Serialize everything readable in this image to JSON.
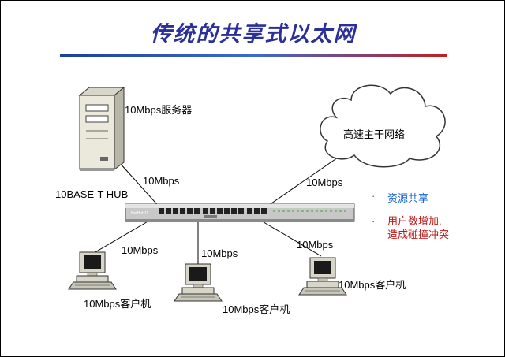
{
  "slide": {
    "title": "传统的共享式以太网"
  },
  "diagram": {
    "server_label": "10Mbps服务器",
    "cloud_label": "高速主干网络",
    "hub_label": "10BASE-T HUB",
    "hub_brand": "NetHub11",
    "link_labels": {
      "server_link": "10Mbps",
      "cloud_link": "10Mbps",
      "client_left_link": "10Mbps",
      "client_middle_link": "10Mbps",
      "client_right_link": "10Mbps"
    },
    "client_labels": {
      "left": "10Mbps客户机",
      "middle": "10Mbps客户机",
      "right": "10Mbps客户机"
    }
  },
  "bullets": {
    "item1": "资源共享",
    "item2_line1": "用户数增加,",
    "item2_line2": "造成碰撞冲突",
    "marker": "·"
  },
  "colors": {
    "title": "#2b2f9a",
    "bullet_blue": "#1a66cc",
    "bullet_red": "#c01818"
  }
}
